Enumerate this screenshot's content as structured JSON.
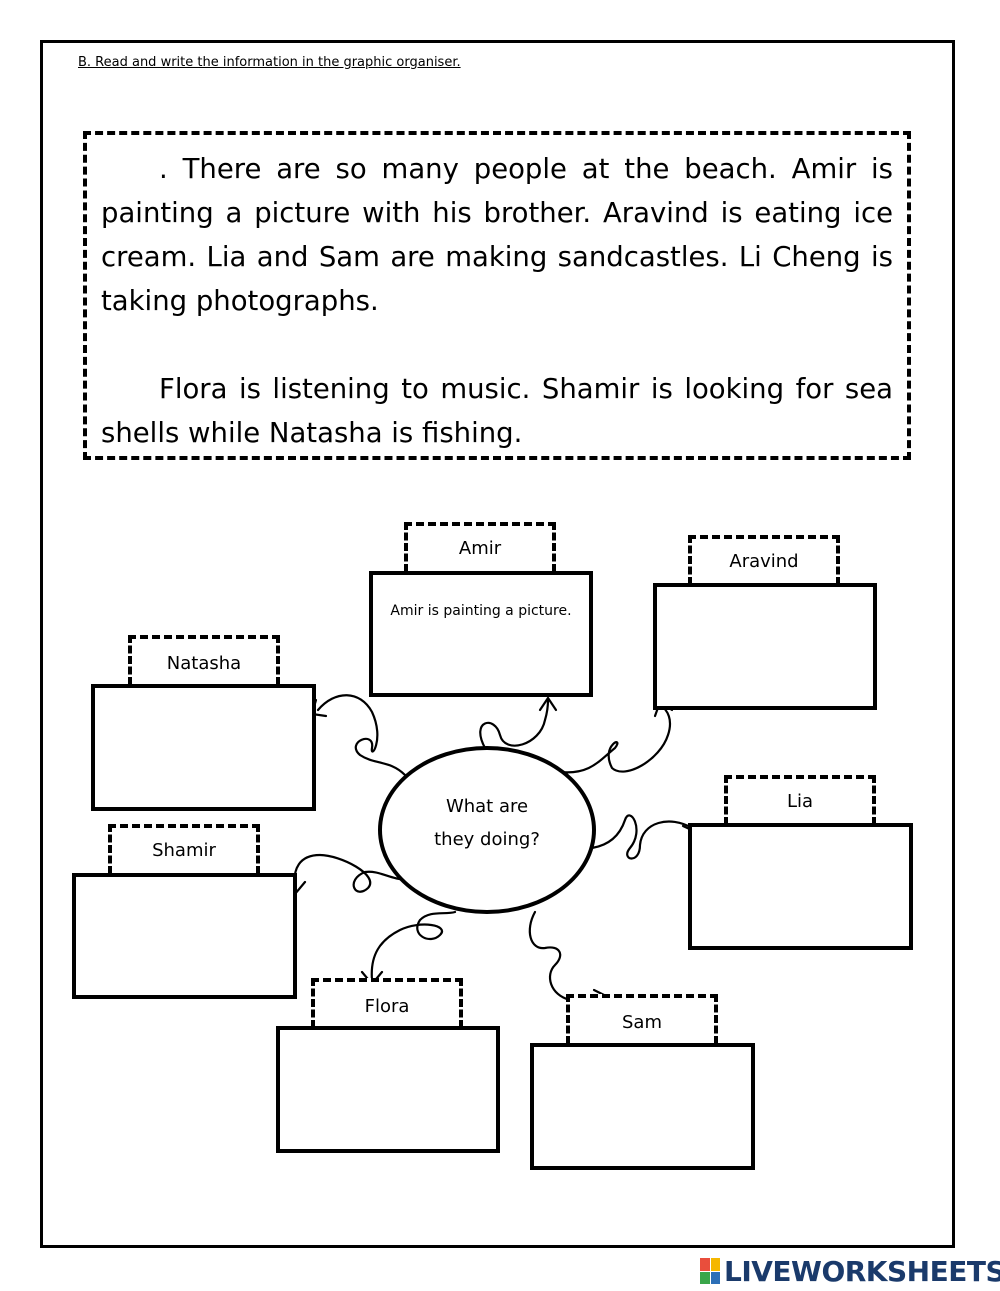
{
  "instruction": "B. Read and write the information in the graphic organiser.",
  "passage": {
    "paragraph_1": ". There are so many people at the beach. Amir is painting a picture with his brother. Aravind is eating ice cream. Lia and Sam are making sandcastles. Li Cheng is taking photographs.",
    "paragraph_2": "Flora is listening to music. Shamir is looking for sea shells while Natasha is fishing."
  },
  "organiser": {
    "center": {
      "line_1": "What are",
      "line_2": "they doing?"
    },
    "amir": {
      "name": "Amir",
      "answer": "Amir is painting a picture."
    },
    "aravind": {
      "name": "Aravind",
      "answer": ""
    },
    "natasha": {
      "name": "Natasha",
      "answer": ""
    },
    "lia": {
      "name": "Lia",
      "answer": ""
    },
    "shamir": {
      "name": "Shamir",
      "answer": ""
    },
    "flora": {
      "name": "Flora",
      "answer": ""
    },
    "sam": {
      "name": "Sam",
      "answer": ""
    }
  },
  "brand": {
    "text": "LIVEWORKSHEETS",
    "text_color": "#1a3a6b",
    "logo_colors": [
      "#e94e3c",
      "#f5b700",
      "#3aa64a",
      "#2c6fb7"
    ]
  }
}
